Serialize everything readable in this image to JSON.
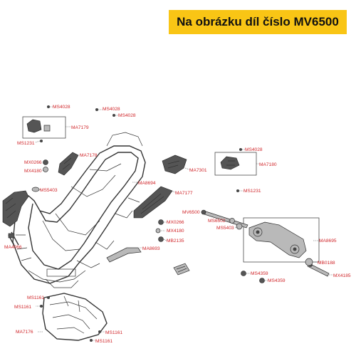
{
  "banner": {
    "text": "Na obrázku díl číslo MV6500"
  },
  "callouts": [
    "MS4028",
    "MS4028",
    "MS4028",
    "MA7179",
    "MS1231",
    "MA7178",
    "MX0266",
    "MX4180",
    "MS5403",
    "MS4028",
    "MA7180",
    "MA7301",
    "MA8694",
    "MA7177",
    "MS1231",
    "MV6500",
    "MS6502",
    "MS5403",
    "MX0266",
    "MX4180",
    "MB2135",
    "MA8693",
    "MA8695",
    "MB0188",
    "MX4185",
    "MS4359",
    "MS4359",
    "MA4066",
    "MS1161",
    "MS1161",
    "MA7176",
    "MS1161",
    "MS1161"
  ]
}
